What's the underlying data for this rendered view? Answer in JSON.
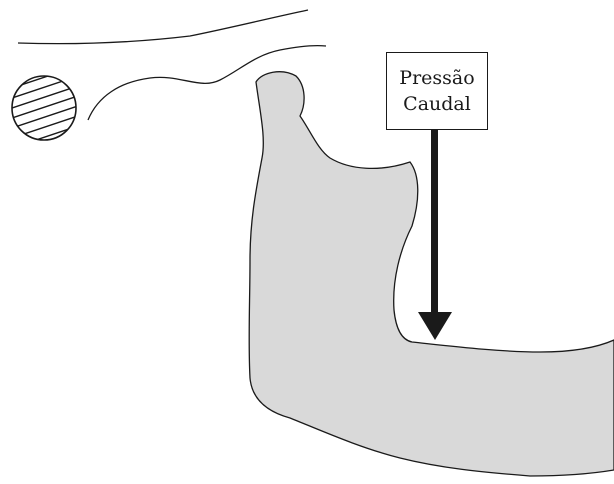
{
  "label": {
    "line1": "Pressão",
    "line2": "Caudal"
  },
  "colors": {
    "bone_fill": "#d9d9d9",
    "stroke": "#1a1a1a",
    "background": "#ffffff"
  },
  "elements": [
    "skull-base-outline",
    "zygomatic-arch-outline",
    "condyle-cross-section",
    "mandible",
    "caudal-pressure-arrow"
  ]
}
